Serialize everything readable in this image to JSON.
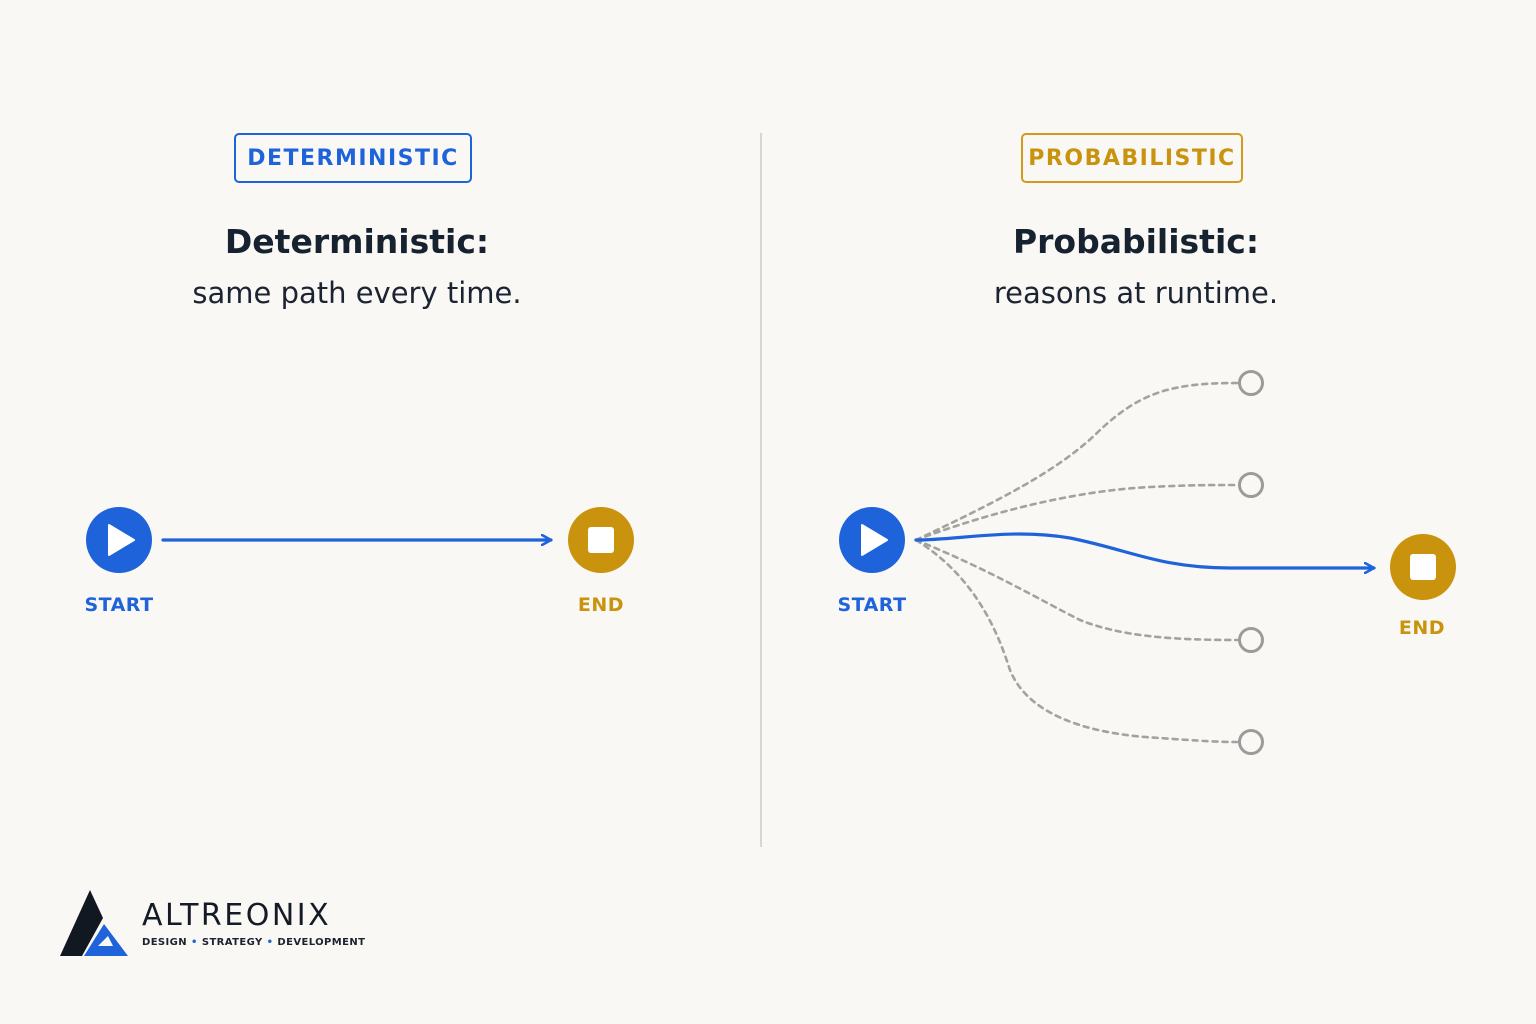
{
  "deterministic": {
    "badge": "DETERMINISTIC",
    "heading": "Deterministic:",
    "subheading": "same path every time.",
    "start_label": "START",
    "end_label": "END"
  },
  "probabilistic": {
    "badge": "PROBABILISTIC",
    "heading": "Probabilistic:",
    "subheading": "reasons at runtime.",
    "start_label": "START",
    "end_label": "END",
    "branch_count": 4
  },
  "logo": {
    "name": "ALTREONIX",
    "tagline_parts": [
      "DESIGN",
      "STRATEGY",
      "DEVELOPMENT"
    ]
  },
  "colors": {
    "blue": "#1f63da",
    "gold": "#c9930e",
    "dashed_gray": "#a2a2a2",
    "text_dark": "#172230",
    "background": "#f9f8f4"
  },
  "icons": {
    "start": "play-icon",
    "end": "stop-icon",
    "outcome": "empty-circle-icon"
  }
}
